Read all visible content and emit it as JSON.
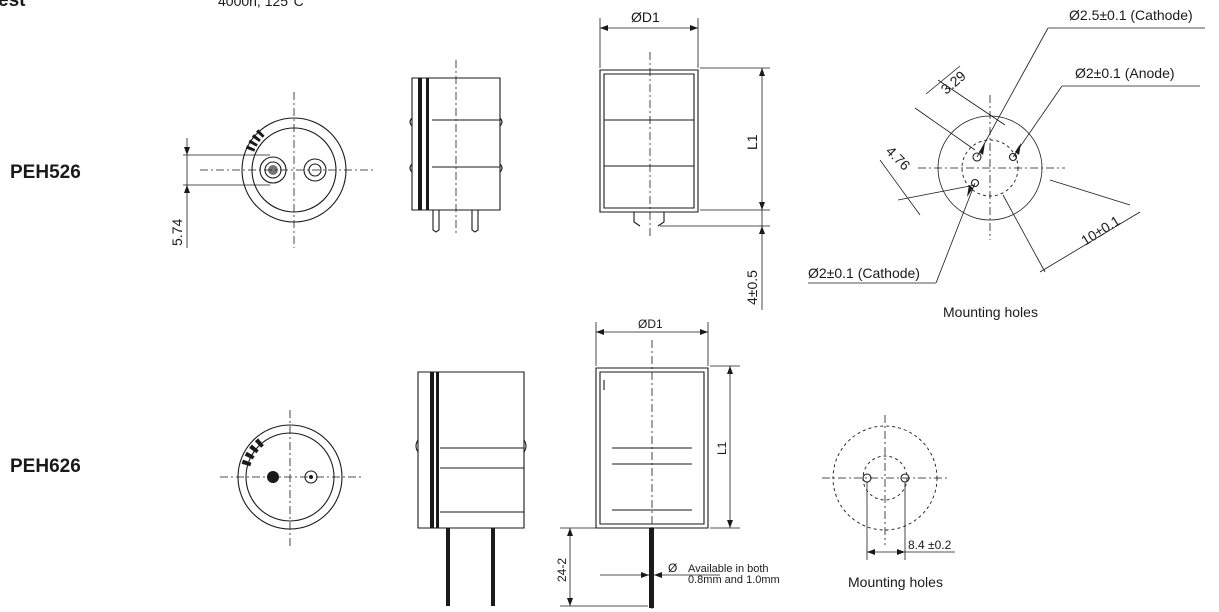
{
  "header": {
    "test_label": "est",
    "test_value": "4000h, 125°C"
  },
  "peh526": {
    "model": "PEH526",
    "dim_574": "5.74",
    "dim_d1": "ØD1",
    "dim_l1": "L1",
    "dim_lead": "4±0.5",
    "hole_cathode_large": "Ø2.5±0.1 (Cathode)",
    "hole_anode": "Ø2±0.1 (Anode)",
    "hole_cathode_small": "Ø2±0.1 (Cathode)",
    "dim_329": "3.29",
    "dim_476": "4.76",
    "dim_10": "10±0.1",
    "mounting_caption": "Mounting holes"
  },
  "peh626": {
    "model": "PEH626",
    "dim_d1": "ØD1",
    "dim_l1": "L1",
    "dim_lead": "24-2",
    "dia_symbol": "Ø",
    "lead_note_line1": "Available in both",
    "lead_note_line2": "0.8mm and 1.0mm",
    "dim_pitch": "8.4 ±0.2",
    "mounting_caption": "Mounting holes"
  }
}
